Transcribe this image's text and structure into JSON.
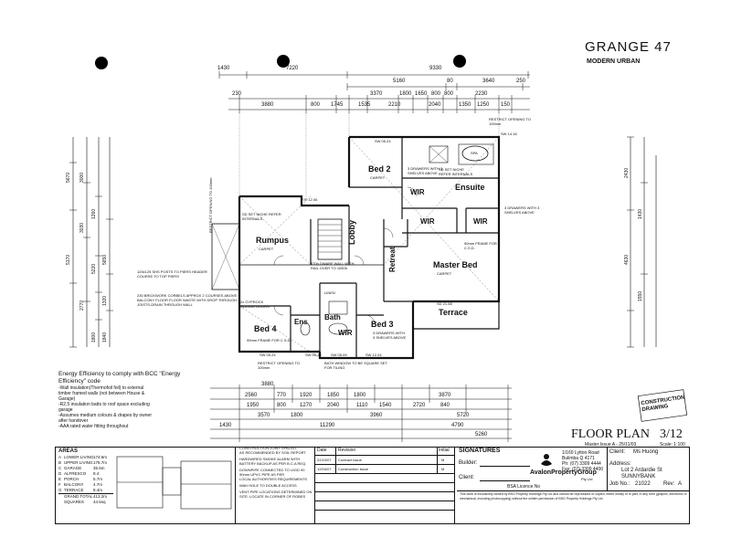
{
  "title_block_top": {
    "series": "GRANGE 47",
    "style": "MODERN URBAN"
  },
  "rooms": {
    "bed2": "Bed 2",
    "ensuite": "Ensuite",
    "wir1": "WIR",
    "wir2": "WIR",
    "wir3": "WIR",
    "wir4": "WIR",
    "rumpus": "Rumpus",
    "lobby": "Lobby",
    "retreat": "Retreat",
    "master_bed": "Master Bed",
    "terrace": "Terrace",
    "bed4": "Bed 4",
    "ens": "Ens",
    "bath": "Bath",
    "bed3": "Bed 3",
    "ldry": "LINEN"
  },
  "sublabels": {
    "carpet": "CARPET",
    "spa": "SPA",
    "restrict_top": "RESTRICT OPENING TO 100mm",
    "sw_top": "SW 05.24",
    "sw_right": "SW 14.18",
    "drawers_bed2": "3 DRAWERS WITH 3 SHELVES ABOVE",
    "drawers_ens": "3 DRAWERS WITH 3 SHELVES ABOVE",
    "set_niche": "SD SET NICHE REFER INTERNALS",
    "set_niche2": "SD SET NICHE REFER INTERNALS",
    "fe": "F/E 12.06",
    "frame_master": "90mm FRAME FOR C.S.D.",
    "sd_master": "SD 21.58",
    "frame_bed4": "90mm FRAME FOR C.S.D.",
    "drawers_bed3": "3 DRAWERS WITH 3 SHELVES ABOVE",
    "restrict_bottom": "RESTRICT OPENING TO 100mm",
    "bath_window": "BATH WINDOW TO BE SQUARE SET FOR TILING",
    "sw_b1": "SW 05.24",
    "sw_b2": "SW 05.12",
    "sw_b3": "SW 05.09",
    "sw_b4": "SW 12.24",
    "dwarf_wall": "870h DWARF WALL WITH RAIL OVER TO 1050h",
    "posts": "125x125 SHS POSTS TO PIERS HEADER COURSE TO TOP PIERS",
    "brickwork": "230 BRICKWORK CORBELS APPROX 2 COURSES ABOVE BALCONY FLOOR FLOOR WASTE WITH DROP THROUGH JOISTS-DRAIN THROUGH WALL",
    "gyprock": "2x GYPROCK SLIDING DOORS",
    "restrict_left": "RESTRICT OPENING TO 100mm",
    "nm_a": "NM",
    "nm_b": "NM"
  },
  "dims_top_row1": [
    "1430",
    "7220",
    "9330"
  ],
  "dims_top_row2": [
    "5160",
    "80",
    "3640",
    "250"
  ],
  "dims_top_row3": [
    "230",
    "3370",
    "1800",
    "1650",
    "800",
    "800",
    "2230"
  ],
  "dims_top_row4": [
    "3880",
    "800",
    "1745",
    "1535",
    "2210",
    "2040",
    "1350",
    "1250",
    "150"
  ],
  "dims_bot_row1": [
    "3880",
    "2560",
    "770",
    "1920",
    "1850",
    "1800",
    "3870"
  ],
  "dims_bot_row2": [
    "1950",
    "800",
    "1270",
    "2040",
    "1110",
    "1540",
    "2720",
    "840"
  ],
  "dims_bot_row3": [
    "3570",
    "1800",
    "3960",
    "5720"
  ],
  "dims_bot_row4": [
    "1430",
    "11290",
    "4790"
  ],
  "dims_bot_row5": [
    "5260"
  ],
  "dims_left": [
    "5670",
    "3000",
    "3030",
    "1260",
    "5170",
    "5220",
    "5650",
    "1320",
    "2770",
    "1800",
    "1840"
  ],
  "dims_right": [
    "2430",
    "4630",
    "1430",
    "1550"
  ],
  "stamp": "CONSTRUCTION DRAWING",
  "energy_notes": {
    "title": "Energy Efficiency to comply with BCC \"Energy Efficiency\" code",
    "lines": [
      "-Wall insulation(Thermofoil foil) to external",
      "timber framed walls (not between House &",
      "Garage)",
      "-R2.5 insulation batts to roof space excluding",
      "garage",
      "-Assumes medium colours & drapes by owner",
      "after handover",
      "-AAA rated water fitting throughout"
    ]
  },
  "areas": {
    "title": "AREAS",
    "rows": [
      [
        "A",
        "LOWER LIVING",
        "174.6m"
      ],
      [
        "B",
        "UPPER LIVING",
        "175.7m"
      ],
      [
        "C",
        "GARAGE",
        "35.5m"
      ],
      [
        "D",
        "ALFRESCO",
        "8.4"
      ],
      [
        "E",
        "PORCH",
        "5.7m"
      ],
      [
        "F",
        "BALCONY",
        "4.7m"
      ],
      [
        "G",
        "TERRACE",
        "8.4m"
      ]
    ],
    "total_label": "GRAND TOTAL",
    "total": "413.2m",
    "squares_label": "SQUARES",
    "squares": "44.5sq"
  },
  "construction_notes": [
    "CONSTRUCTION JOINT SPACED",
    "AS RECOMMENDED BY SOIL REPORT",
    "HARDWIRED SMOKE ALARM WITH",
    "BATTERY BACKUP AS PER B.C.A REQ.",
    "DOWNPIPE CONNECTED TO U/GD 90",
    "90mm UPVC PIPE AS PER",
    "LOCAL AUTHORITIES REQUIREMENTS",
    "WAH HOLE TO DOUBLE ACCESS",
    "VENT PIPE LOCATIONS DETERMINED ON",
    "SITE. LOCATE IN CORNER OF ROBES"
  ],
  "revisions": {
    "headers": [
      "Date",
      "Revision",
      "Initial"
    ],
    "rows": [
      [
        "22/10/07",
        "Contract Issue",
        "M"
      ],
      [
        "12/04/07",
        "Construction Issue",
        "M"
      ]
    ]
  },
  "signatures": {
    "title": "SIGNATURES",
    "builder": "Builder:",
    "client": "Client:",
    "licence": "BSA Licence No"
  },
  "company": {
    "name": "AvalonPropertyGroup",
    "suffix": "Pty Ltd",
    "address1": "1/160 Lytton Road",
    "address2": "Bulimba Q 4171",
    "phone": "Ph: (07) 3309 4444",
    "fax": "Fax: (07) 3309 4400"
  },
  "client": {
    "client_label": "Client:",
    "client_name": "Ms Huong",
    "address_label": "Address:",
    "address1": "Lot 2 Ardardie St",
    "address2": "SUNNYBANK",
    "job_label": "Job No.:",
    "job_no": "21022",
    "rev_label": "Rev:",
    "rev": "A"
  },
  "sheet": {
    "title": "FLOOR PLAN",
    "page": "3/12",
    "issue": "Master Issue A - 25/11/03",
    "scale": "Scale: 1:100"
  },
  "copyright": "This work is exclusively owned by BSG Property Holdings Pty Ltd and cannot be reproduced or copied, either wholly or in part, in any form (graphic, electronic or mechanical, including photocopying) without the written permission of BSG Property Holdings Pty Ltd."
}
